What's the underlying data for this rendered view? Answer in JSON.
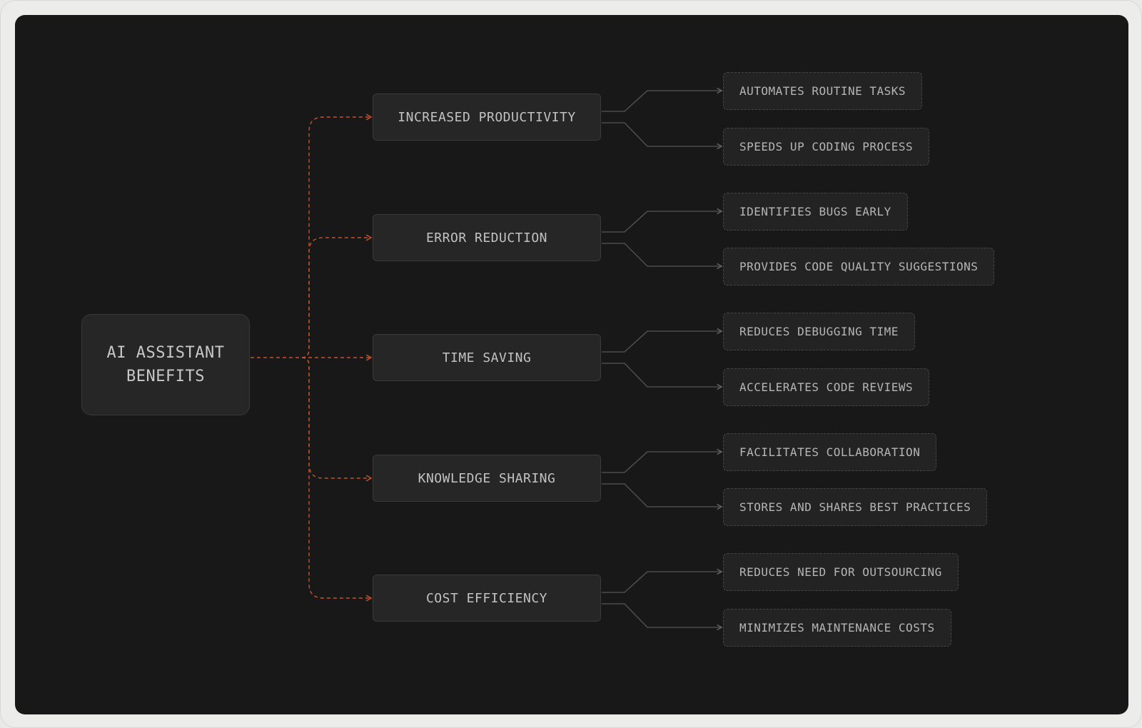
{
  "diagram": {
    "root": {
      "label": "AI ASSISTANT BENEFITS"
    },
    "branches": [
      {
        "label": "INCREASED PRODUCTIVITY",
        "children": [
          "AUTOMATES ROUTINE TASKS",
          "SPEEDS UP CODING PROCESS"
        ]
      },
      {
        "label": "ERROR REDUCTION",
        "children": [
          "IDENTIFIES BUGS EARLY",
          "PROVIDES CODE QUALITY SUGGESTIONS"
        ]
      },
      {
        "label": "TIME SAVING",
        "children": [
          "REDUCES DEBUGGING TIME",
          "ACCELERATES CODE REVIEWS"
        ]
      },
      {
        "label": "KNOWLEDGE SHARING",
        "children": [
          "FACILITATES COLLABORATION",
          "STORES AND SHARES BEST PRACTICES"
        ]
      },
      {
        "label": "COST EFFICIENCY",
        "children": [
          "REDUCES NEED FOR OUTSOURCING",
          "MINIMIZES MAINTENANCE COSTS"
        ]
      }
    ]
  },
  "colors": {
    "background": "#181818",
    "frame": "#ececea",
    "root_link": "#c4532e",
    "leaf_link": "#555555"
  }
}
